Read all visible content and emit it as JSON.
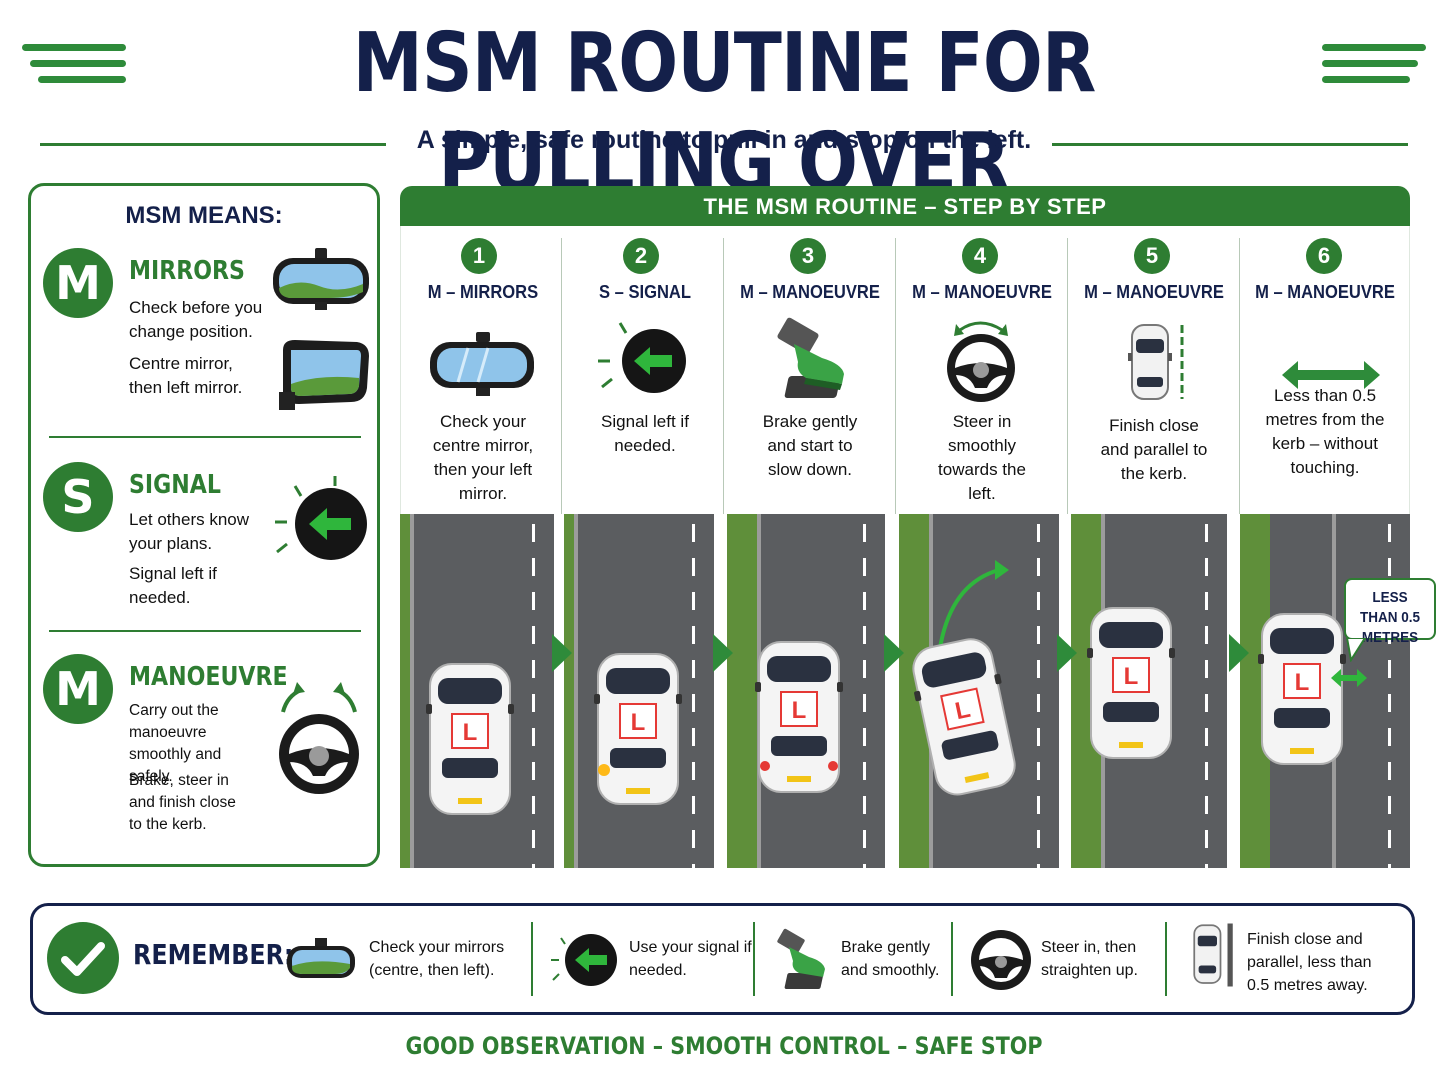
{
  "header": {
    "title": "MSM ROUTINE FOR PULLING OVER",
    "subtitle": "A simple, safe routine to pull in and stop on the left."
  },
  "msm_means": {
    "heading": "MSM MEANS:",
    "sections": [
      {
        "letter": "M",
        "title": "MIRRORS",
        "text1": "Check before you change position.",
        "text2": "Centre mirror, then left mirror.",
        "icons": [
          "rear-view-mirror-icon",
          "wing-mirror-icon"
        ]
      },
      {
        "letter": "S",
        "title": "SIGNAL",
        "text1": "Let others know your plans.",
        "text2": "Signal left if needed.",
        "icons": [
          "left-indicator-icon"
        ]
      },
      {
        "letter": "M",
        "title": "MANOEUVRE",
        "text1": "Carry out the manoeuvre smoothly and safely.",
        "text2": "Brake, steer in and finish close to the kerb.",
        "icons": [
          "steering-wheel-icon"
        ]
      }
    ]
  },
  "steps_panel": {
    "heading": "THE MSM ROUTINE – STEP BY STEP",
    "steps": [
      {
        "number": "1",
        "title": "M – MIRRORS",
        "text": "Check your centre mirror, then your left mirror.",
        "icon": "rear-view-mirror-icon"
      },
      {
        "number": "2",
        "title": "S – SIGNAL",
        "text": "Signal left if needed.",
        "icon": "left-indicator-icon"
      },
      {
        "number": "3",
        "title": "M – MANOEUVRE",
        "text": "Brake gently and start to slow down.",
        "icon": "brake-pedal-icon"
      },
      {
        "number": "4",
        "title": "M – MANOEUVRE",
        "text": "Steer in smoothly towards the left.",
        "icon": "steering-wheel-icon"
      },
      {
        "number": "5",
        "title": "M – MANOEUVRE",
        "text": "Finish close and parallel to the kerb.",
        "icon": "parked-car-icon"
      },
      {
        "number": "6",
        "title": "M – MANOEUVRE",
        "text": "Less than 0.5 metres from the kerb – without touching.",
        "icon": "double-arrow-icon"
      }
    ],
    "callout": "LESS THAN 0.5 METRES",
    "l_plate": "L"
  },
  "remember": {
    "label": "REMEMBER:",
    "items": [
      {
        "text": "Check your mirrors (centre, then left).",
        "icon": "rear-view-mirror-icon"
      },
      {
        "text": "Use your signal if needed.",
        "icon": "left-indicator-icon"
      },
      {
        "text": "Brake gently and smoothly.",
        "icon": "brake-pedal-icon"
      },
      {
        "text": "Steer in, then straighten up.",
        "icon": "steering-wheel-icon"
      },
      {
        "text": "Finish close and parallel, less than 0.5 metres away.",
        "icon": "parked-car-icon"
      }
    ]
  },
  "footer": "GOOD OBSERVATION – SMOOTH CONTROL – SAFE STOP",
  "colors": {
    "navy": "#14204a",
    "green": "#2e7d32",
    "road": "#5b5d60",
    "grass": "#5f8f3a"
  }
}
